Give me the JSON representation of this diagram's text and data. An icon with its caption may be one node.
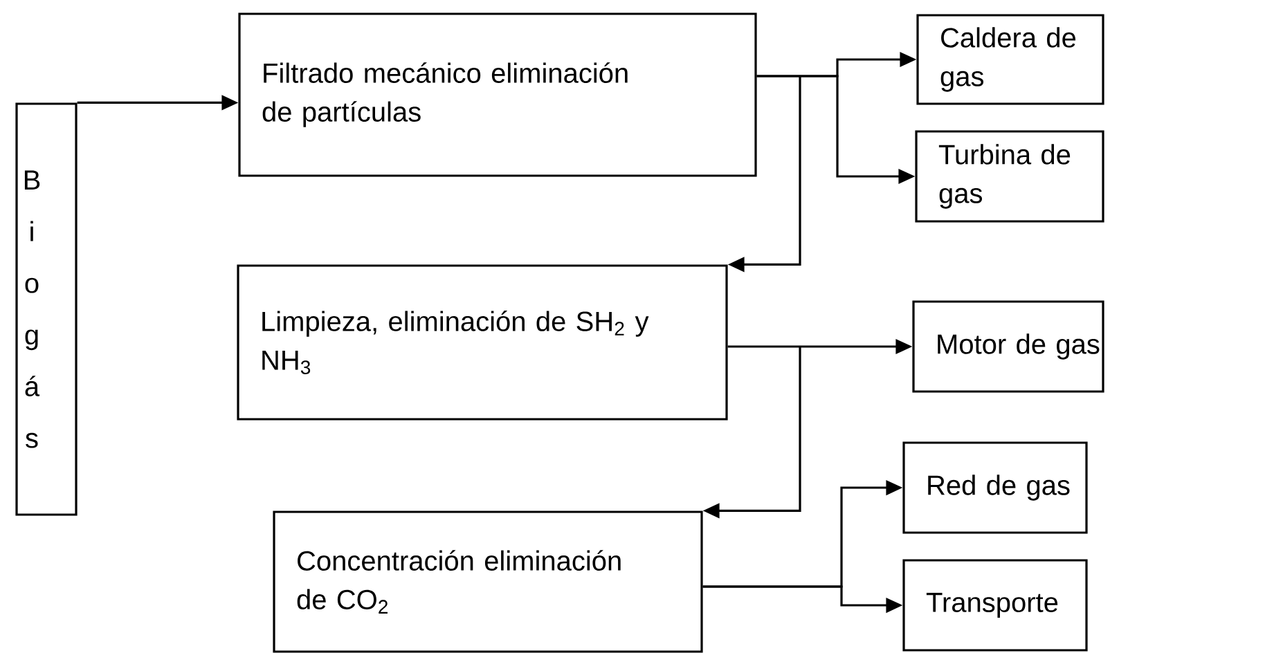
{
  "diagram": {
    "nodes": [
      {
        "text": [
          "B i o g á s"
        ]
      },
      {
        "text": [
          "Filtrado mecánico eliminación de partículas"
        ]
      },
      {
        "text": [
          "Caldera de gas"
        ]
      },
      {
        "text": [
          "Turbina de gas"
        ]
      },
      {
        "text": [
          "Limpieza, eliminación de SH$_{2}$ y NH$_{3}$"
        ]
      },
      {
        "text": [
          "Motor de gas"
        ]
      },
      {
        "text": [
          "Red de gas"
        ]
      },
      {
        "text": [
          "Transporte"
        ]
      },
      {
        "text": [
          "Concentración eliminación de CO$_{2}$"
        ]
      }
    ],
    "edges": [
      {
        "from": 0,
        "to": 1,
        "arrow": "to"
      },
      {
        "from": 1,
        "to": 2,
        "arrow": "to"
      },
      {
        "from": 1,
        "to": 3,
        "arrow": "to"
      },
      {
        "from": 1,
        "to": 4,
        "arrow": "to"
      },
      {
        "from": 4,
        "to": 5,
        "arrow": "to"
      },
      {
        "from": 4,
        "to": 8,
        "arrow": "to"
      },
      {
        "from": 8,
        "to": 6,
        "arrow": "to"
      },
      {
        "from": 8,
        "to": 7,
        "arrow": "to"
      }
    ]
  }
}
